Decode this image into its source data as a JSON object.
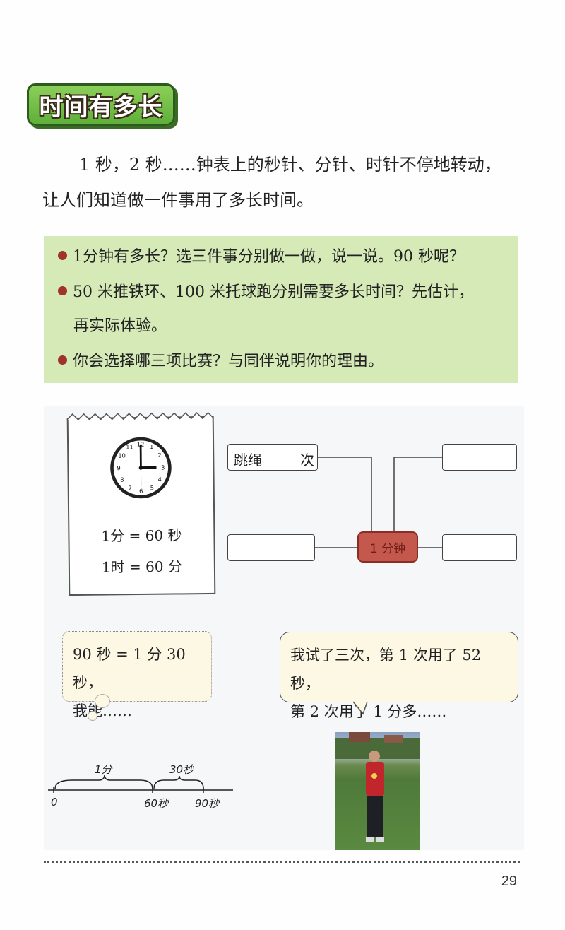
{
  "title": "时间有多长",
  "intro": {
    "line1": "1 秒，2 秒……钟表上的秒针、分针、时针不停地转动，",
    "line2": "让人们知道做一件事用了多长时间。"
  },
  "tasks": [
    "1分钟有多长？选三件事分别做一做，说一说。90 秒呢？",
    "50 米推铁环、100 米托球跑分别需要多长时间？先估计，",
    "再实际体验。",
    "你会选择哪三项比赛？与同伴说明你的理由。"
  ],
  "note": {
    "eq1": "1分 = 60 秒",
    "eq2": "1时 = 60 分"
  },
  "diagram": {
    "top_left_prefix": "跳绳",
    "top_left_suffix": "次",
    "center": "1 分钟"
  },
  "thought": {
    "line1": "90 秒 = 1 分 30 秒，",
    "line2": "我能……"
  },
  "speech": {
    "line1": "我试了三次，第 1 次用了 52 秒，",
    "line2": "第 2 次用了 1 分多……"
  },
  "numberline": {
    "label_1min": "1分",
    "label_30s": "30秒",
    "tick_0": "0",
    "tick_60": "60秒",
    "tick_90": "90秒"
  },
  "page_number": "29",
  "colors": {
    "title_green": "#6fbe45",
    "task_bg": "#d6eab7",
    "bullet": "#a0342c",
    "center_box": "#c4584c"
  }
}
